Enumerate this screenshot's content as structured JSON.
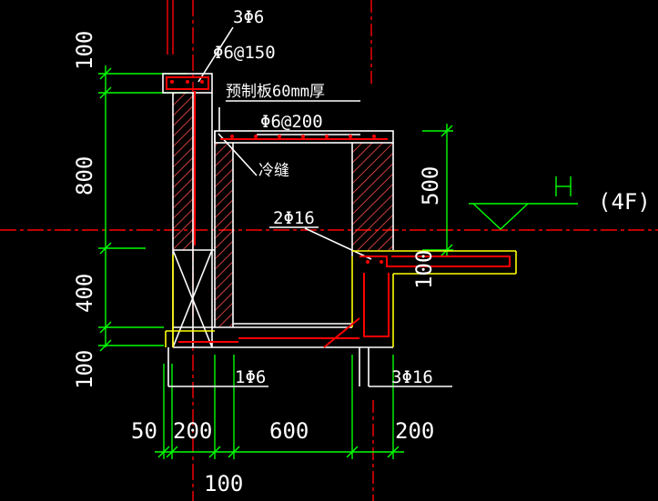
{
  "labels": {
    "rebar_top": "3Φ6",
    "stirrup": "Φ6@150",
    "precast_slab": "预制板60mm厚",
    "slab_rebar": "Φ6@200",
    "cold_joint": "冷缝",
    "rebar_2phi16": "2Φ16",
    "rebar_bottom_left": "1Φ6",
    "rebar_bottom_right": "3Φ16",
    "elevation_mark": "H",
    "floor": "(4F)"
  },
  "dimensions": {
    "left_100_top": "100",
    "left_800": "800",
    "left_400": "400",
    "left_100_bottom": "100",
    "right_500": "500",
    "right_100": "100",
    "bottom_50": "50",
    "bottom_200_left": "200",
    "bottom_600": "600",
    "bottom_200_right": "200",
    "bottom_100": "100"
  },
  "colors": {
    "background": "#000000",
    "text": "#ffffff",
    "axis": "#ff0000",
    "dimension": "#00ff00",
    "outline": "#ffffff",
    "hatch": "#ff4d4d",
    "rebar": "#ff0000",
    "slab_edge": "#ffff00",
    "symbol": "#00ff00"
  }
}
